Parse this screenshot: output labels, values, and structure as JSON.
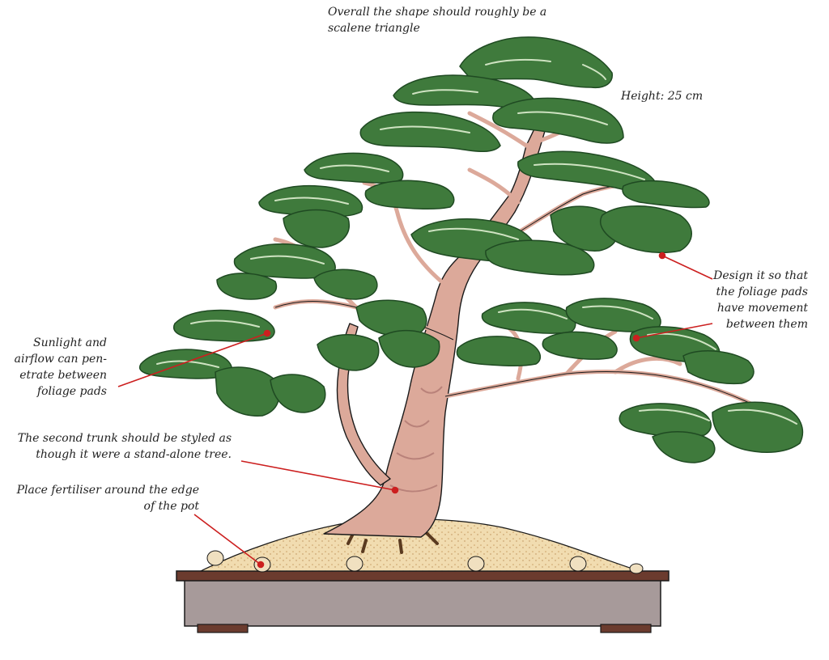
{
  "annotations": {
    "shape": [
      "Overall the shape should roughly be a",
      "scalene triangle"
    ],
    "height": "Height: 25 cm",
    "design": [
      "Design it so that",
      "the foliage pads",
      "have movement",
      "between them"
    ],
    "sunlight": [
      "Sunlight and",
      "airflow can pen-",
      "etrate between",
      "foliage pads"
    ],
    "second_trunk": [
      "The second trunk should be styled as",
      "though it were a stand-alone tree."
    ],
    "fertiliser": [
      "Place fertiliser around the edge",
      "of the pot"
    ]
  },
  "colors": {
    "foliage": "#3f7a3c",
    "foliage_dark": "#1f4a22",
    "foliage_light": "#cfe3c2",
    "trunk": "#dca99a",
    "trunk_shade": "#b9827a",
    "soil": "#f1dcb0",
    "pot": "#a79a9a",
    "pot_rim": "#6b3b2e",
    "pointer": "#cc1f1f",
    "outline": "#1a1a1a"
  }
}
